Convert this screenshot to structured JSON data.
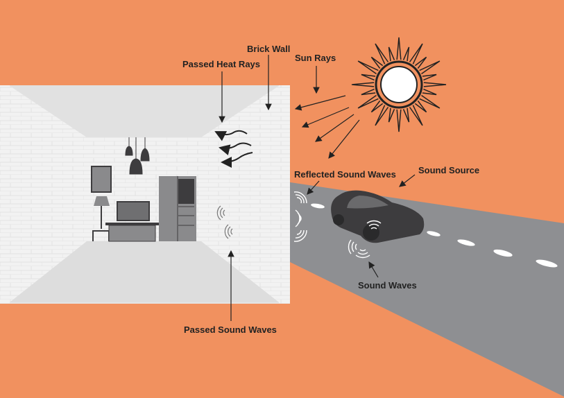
{
  "labels": {
    "brick_wall": "Brick Wall",
    "passed_heat_rays": "Passed Heat Rays",
    "sun_rays": "Sun Rays",
    "reflected_sound_waves": "Reflected Sound Waves",
    "sound_source": "Sound Source",
    "sound_waves": "Sound Waves",
    "passed_sound_waves": "Passed Sound Waves"
  },
  "colors": {
    "background": "#F1915F",
    "road": "#8E8F92",
    "room": "#E4E4E4",
    "dark": "#3D3C3E"
  }
}
